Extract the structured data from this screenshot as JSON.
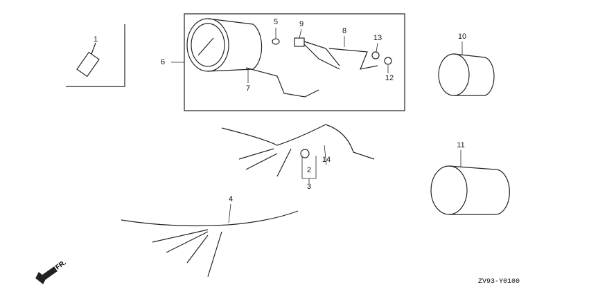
{
  "callouts": {
    "p1": "1",
    "p2": "2",
    "p3": "3",
    "p4": "4",
    "p5": "5",
    "p6": "6",
    "p7": "7",
    "p8": "8",
    "p9": "9",
    "p10": "10",
    "p11": "11",
    "p12": "12",
    "p13": "13",
    "p14": "14"
  },
  "direction_label": "FR.",
  "diagram_code": "ZV93-Y0100"
}
